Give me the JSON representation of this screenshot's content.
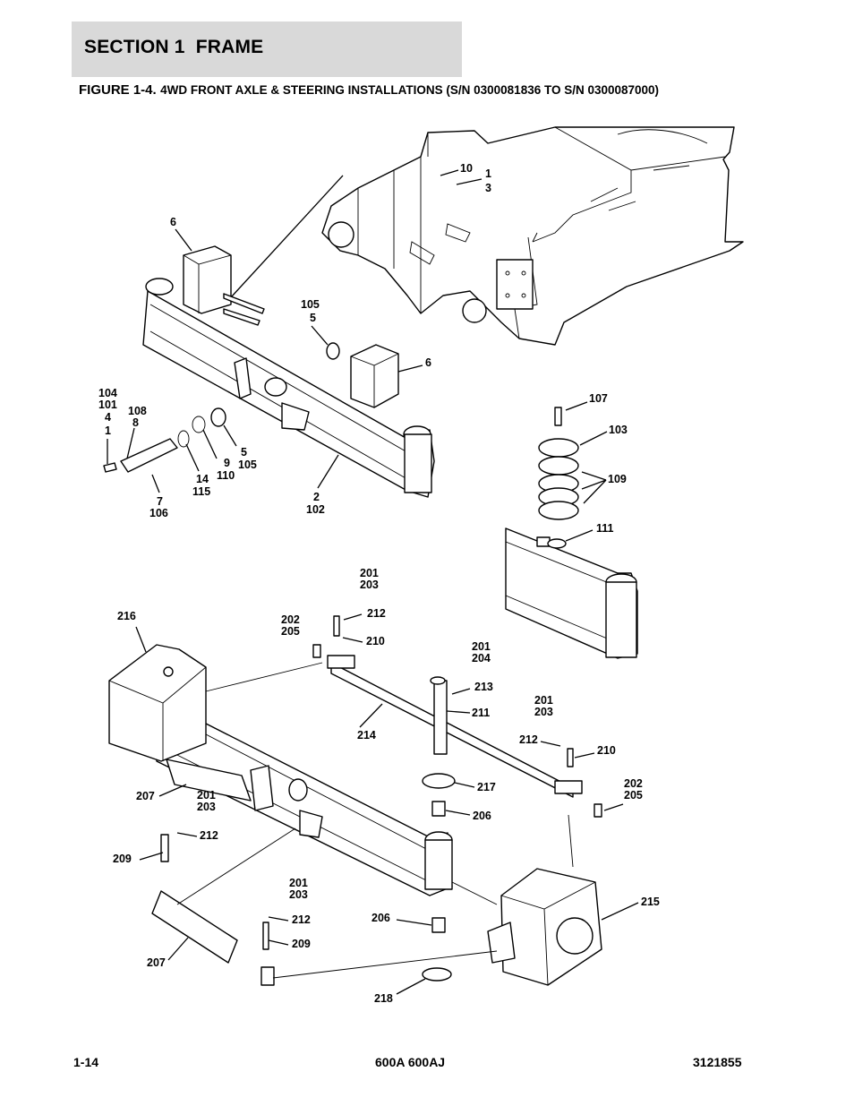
{
  "header": {
    "section_title": "SECTION 1  FRAME"
  },
  "figure": {
    "number": "FIGURE 1-4.",
    "title": "4WD FRONT AXLE & STEERING INSTALLATIONS (S/N 0300081836 TO S/N 0300087000)"
  },
  "callouts": {
    "c_10": "10",
    "c_1a": "1",
    "c_3": "3",
    "c_6a": "6",
    "c_105a": "105",
    "c_5a": "5",
    "c_6b": "6",
    "c_104": "104",
    "c_101": "101",
    "c_4": "4",
    "c_1b": "1",
    "c_108": "108",
    "c_8": "8",
    "c_5b": "5",
    "c_105b": "105",
    "c_9": "9",
    "c_110": "110",
    "c_14": "14",
    "c_115": "115",
    "c_7": "7",
    "c_106": "106",
    "c_2": "2",
    "c_102": "102",
    "c_107": "107",
    "c_103": "103",
    "c_109": "109",
    "c_111": "111",
    "c_201a": "201",
    "c_203a": "203",
    "c_212a": "212",
    "c_202a": "202",
    "c_205a": "205",
    "c_210a": "210",
    "c_216": "216",
    "c_201b": "201",
    "c_204": "204",
    "c_213": "213",
    "c_211": "211",
    "c_214": "214",
    "c_201c": "201",
    "c_203c": "203",
    "c_212c": "212",
    "c_210c": "210",
    "c_217": "217",
    "c_206a": "206",
    "c_202c": "202",
    "c_205c": "205",
    "c_207a": "207",
    "c_201d": "201",
    "c_203d": "203",
    "c_212d": "212",
    "c_209a": "209",
    "c_201e": "201",
    "c_203e": "203",
    "c_212e": "212",
    "c_209b": "209",
    "c_206b": "206",
    "c_215": "215",
    "c_207b": "207",
    "c_218": "218"
  },
  "footer": {
    "page": "1-14",
    "model": "600A 600AJ",
    "doc_number": "3121855"
  }
}
